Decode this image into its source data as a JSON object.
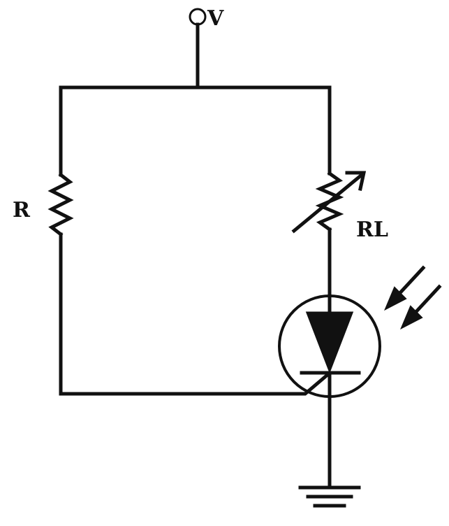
{
  "labels": {
    "supply": "V",
    "resistor": "R",
    "load_resistor": "RL"
  },
  "colors": {
    "ink": "#111111",
    "background": "#ffffff"
  }
}
